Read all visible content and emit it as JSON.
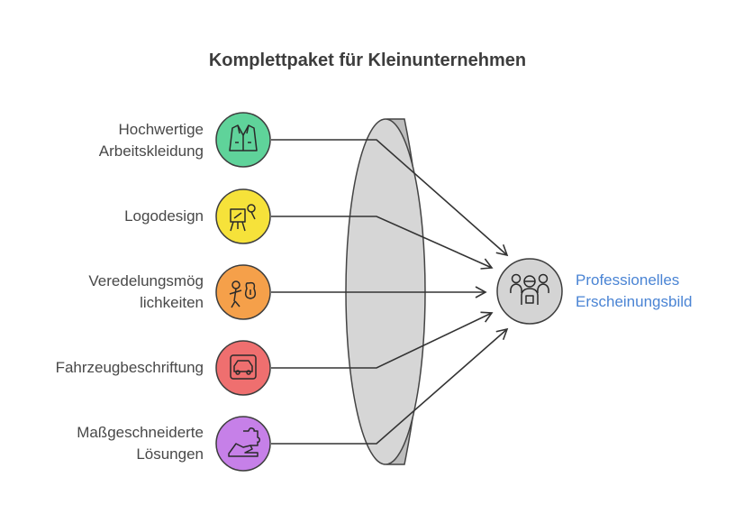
{
  "title": "Komplettpaket für Kleinunternehmen",
  "inputs": [
    {
      "label_line1": "Hochwertige",
      "label_line2": "Arbeitskleidung",
      "icon": "jacket-icon",
      "color": "#5fd39a"
    },
    {
      "label_line1": "Logodesign",
      "label_line2": "",
      "icon": "easel-icon",
      "color": "#f6e23a"
    },
    {
      "label_line1": "Veredelungsmög",
      "label_line2": "lichkeiten",
      "icon": "money-bag-icon",
      "color": "#f5a04a"
    },
    {
      "label_line1": "Fahrzeugbeschriftung",
      "label_line2": "",
      "icon": "car-icon",
      "color": "#ef6f6f"
    },
    {
      "label_line1": "Maßgeschneiderte",
      "label_line2": "Lösungen",
      "icon": "puzzle-hand-icon",
      "color": "#c680e8"
    }
  ],
  "output": {
    "label_line1": "Professionelles",
    "label_line2": "Erscheinungsbild",
    "icon": "team-icon",
    "color": "#d4d4d4"
  },
  "colors": {
    "lens": "#d6d6d6",
    "lens_stroke": "#444444",
    "line": "#333333",
    "output_text": "#4a84d4"
  }
}
